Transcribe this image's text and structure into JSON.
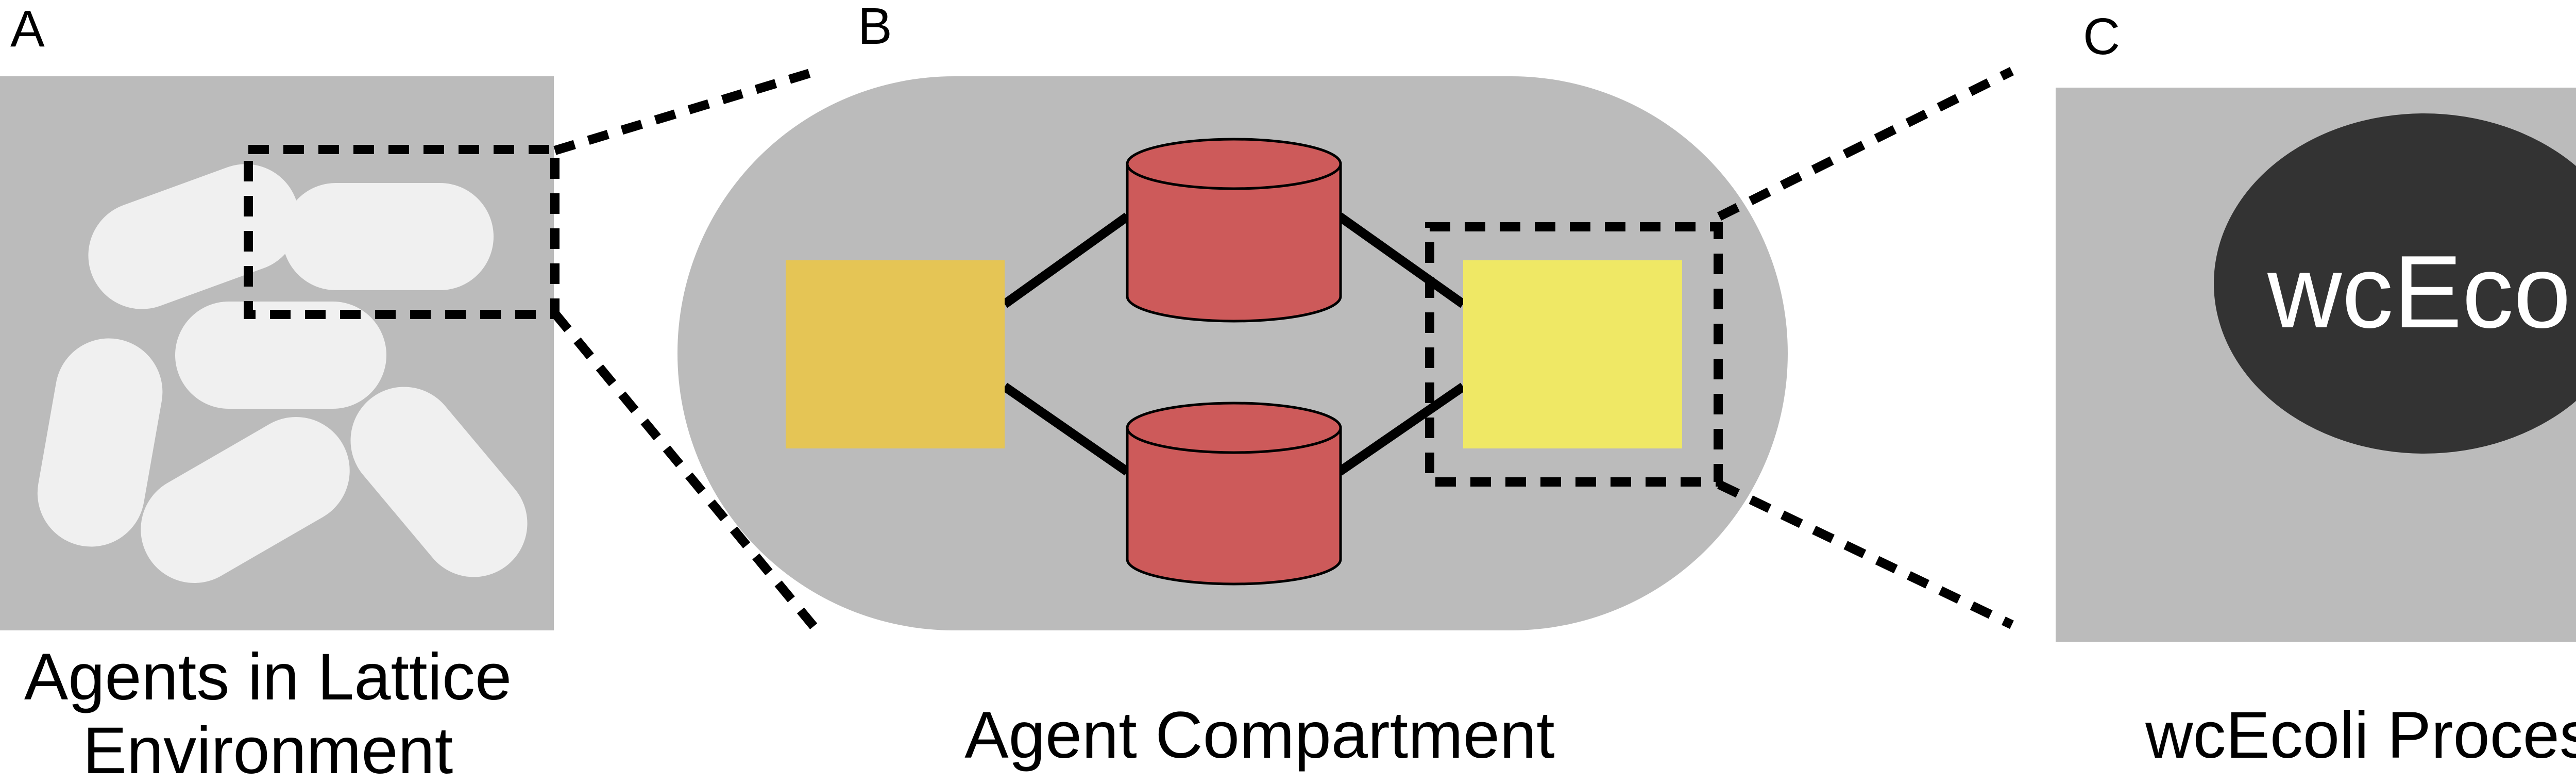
{
  "panels": {
    "a": {
      "letter": "A",
      "caption_line1": "Agents in Lattice",
      "caption_line2": "Environment"
    },
    "b": {
      "letter": "B",
      "caption": "Agent Compartment"
    },
    "c": {
      "letter": "C",
      "process_label": "wcEcoli",
      "caption": "wcEcoli Process"
    }
  },
  "colors": {
    "background_gray": "#bbbbbb",
    "cell_white": "#f0f0f0",
    "store_red": "#cd5a5a",
    "process_orange": "#e5c555",
    "process_yellow": "#efe865",
    "process_dark": "#333333"
  }
}
